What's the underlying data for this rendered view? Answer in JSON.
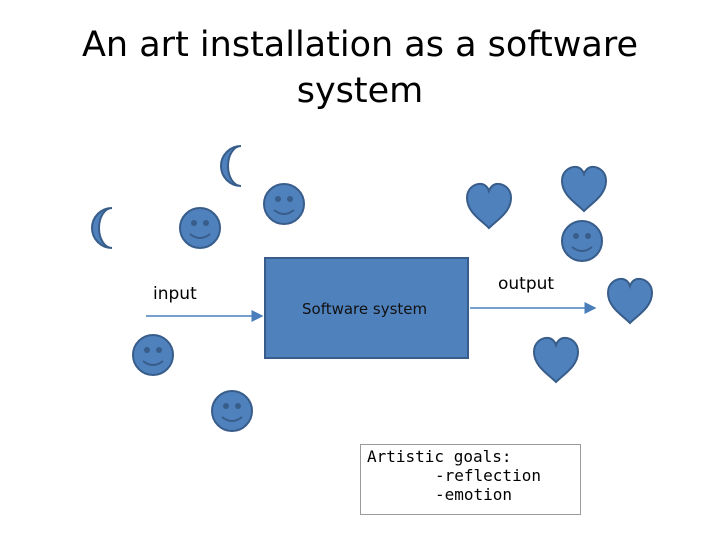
{
  "slide": {
    "title_line1": "An art installation as a software",
    "title_line2": "system"
  },
  "diagram": {
    "input_label": "input",
    "output_label": "output",
    "box_label": "Software system",
    "goals": {
      "heading": "Artistic goals:",
      "item1": "-reflection",
      "item2": "-emotion"
    }
  },
  "colors": {
    "shape_fill": "#4f81bd",
    "shape_stroke": "#385d8a",
    "arrow": "#4a7ebb"
  },
  "icons": [
    "moon-icon",
    "smiley-icon",
    "heart-icon"
  ]
}
